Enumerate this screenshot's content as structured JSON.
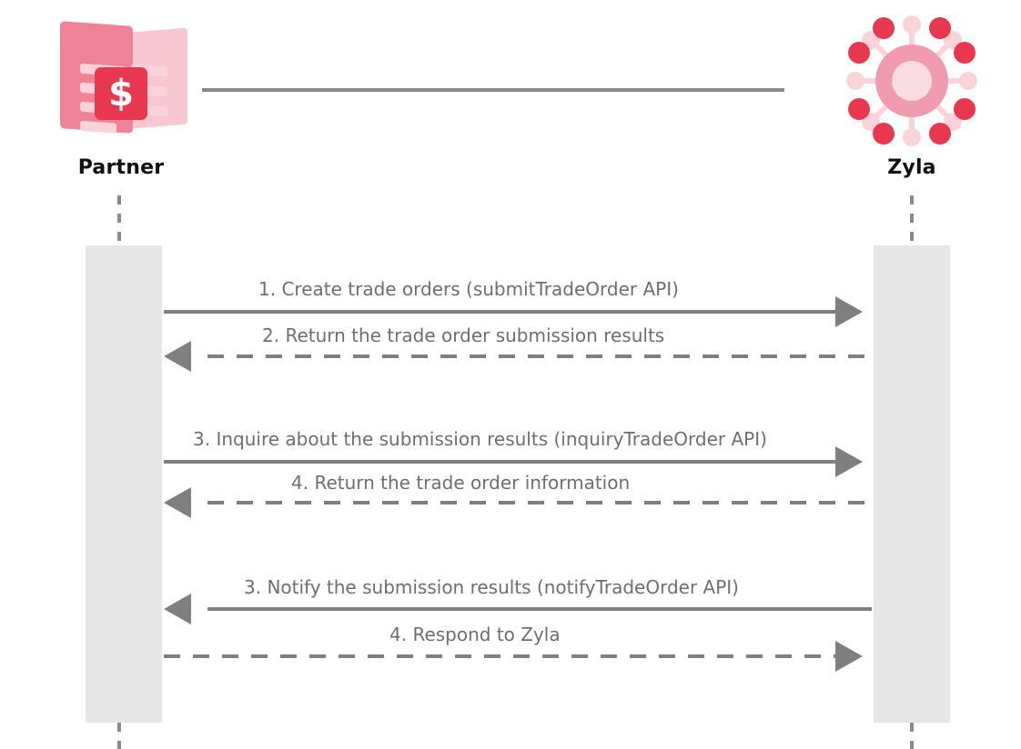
{
  "diagram": {
    "type": "sequence-diagram",
    "title": "",
    "background_color": "#FFFFFF",
    "line_color": "#7F7F7F",
    "label_color": "#6E6E6E",
    "activation_color": "#E6E6E6",
    "accent_pink": "#EE8296",
    "accent_crimson": "#E8384F",
    "accent_light_pink": "#F8C7D1"
  },
  "actors": [
    {
      "id": "partner",
      "label": "Partner",
      "icon": "document-dollar-icon",
      "badge_symbol": "$"
    },
    {
      "id": "zyla",
      "label": "Zyla",
      "icon": "zyla-network-icon"
    }
  ],
  "messages": [
    {
      "index": 1,
      "label": "1. Create trade orders (submitTradeOrder API)",
      "from": "partner",
      "to": "zyla",
      "direction": "right",
      "style": "solid"
    },
    {
      "index": 2,
      "label": "2. Return the trade order submission results",
      "from": "zyla",
      "to": "partner",
      "direction": "left",
      "style": "dashed"
    },
    {
      "index": 3,
      "label": "3. Inquire about the submission results (inquiryTradeOrder API)",
      "from": "partner",
      "to": "zyla",
      "direction": "right",
      "style": "solid"
    },
    {
      "index": 4,
      "label": "4. Return the trade order information",
      "from": "zyla",
      "to": "partner",
      "direction": "left",
      "style": "dashed"
    },
    {
      "index": 5,
      "label": "3. Notify the submission results (notifyTradeOrder API)",
      "from": "zyla",
      "to": "partner",
      "direction": "left",
      "style": "solid"
    },
    {
      "index": 6,
      "label": "4. Respond to Zyla",
      "from": "partner",
      "to": "zyla",
      "direction": "right",
      "style": "dashed"
    }
  ]
}
